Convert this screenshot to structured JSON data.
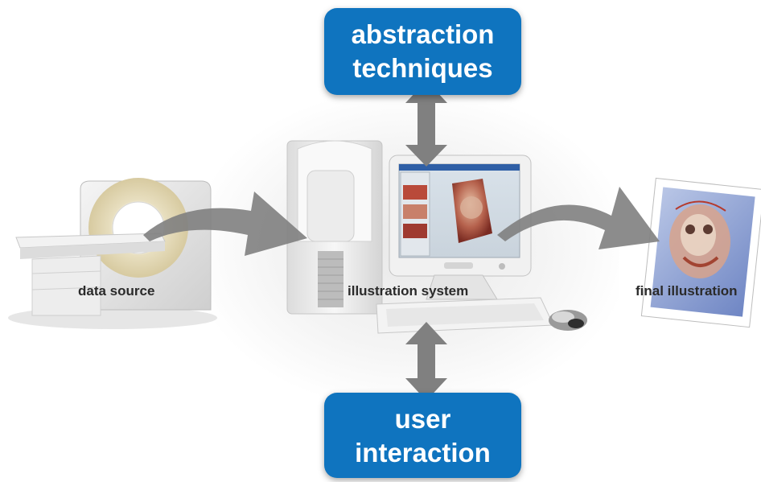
{
  "boxes": {
    "top": {
      "line1": "abstraction",
      "line2": "techniques"
    },
    "bottom": {
      "line1": "user",
      "line2": "interaction"
    }
  },
  "labels": {
    "source": "data source",
    "system": "illustration system",
    "final": "final illustration"
  },
  "colors": {
    "box": "#0f74bf",
    "arrow": "#808080"
  }
}
